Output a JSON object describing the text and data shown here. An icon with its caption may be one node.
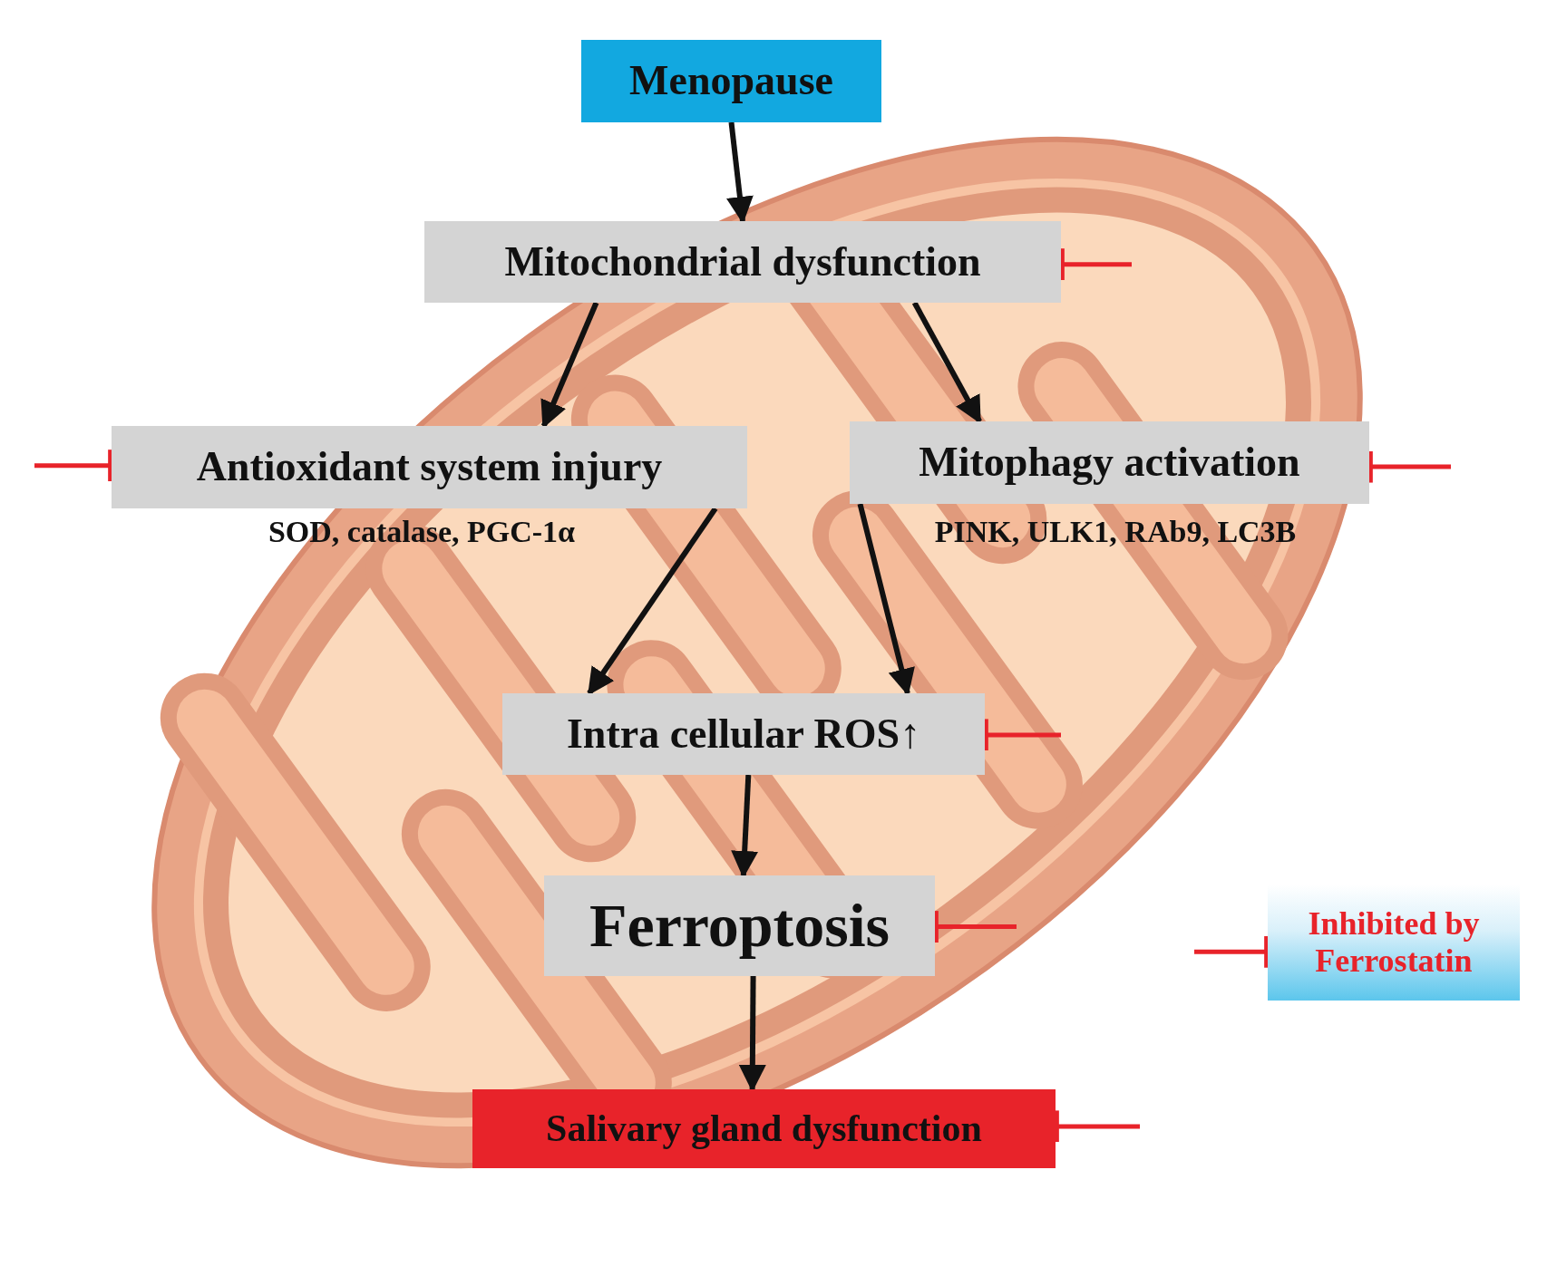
{
  "diagram": {
    "nodes": [
      {
        "text": [
          "Menopause"
        ]
      },
      {
        "text": [
          "Mitochondrial dysfunction"
        ]
      },
      {
        "text": [
          "Antioxidant system injury"
        ],
        "beside": [
          "SOD, catalase, PGC-1α"
        ]
      },
      {
        "text": [
          "Mitophagy activation"
        ],
        "beside": [
          "PINK, ULK1, RAb9, LC3B"
        ]
      },
      {
        "text": [
          "Intra cellular ROS↑"
        ]
      },
      {
        "text": [
          "Ferroptosis"
        ]
      },
      {
        "text": [
          "Salivary gland dysfunction"
        ]
      },
      {
        "text": [
          "Inhibited by Ferrostatin"
        ]
      }
    ],
    "edges": [
      {
        "from": 0,
        "to": 1,
        "arrow": "to"
      },
      {
        "from": 1,
        "to": 2,
        "arrow": "to"
      },
      {
        "from": 1,
        "to": 3,
        "arrow": "to"
      },
      {
        "from": 2,
        "to": 4,
        "arrow": "to"
      },
      {
        "from": 3,
        "to": 4,
        "arrow": "to"
      },
      {
        "from": 4,
        "to": 5,
        "arrow": "to"
      },
      {
        "from": 5,
        "to": 6,
        "arrow": "to"
      },
      {
        "from": null,
        "to": 1,
        "arrow": "other",
        "color": "#e8232a"
      },
      {
        "from": null,
        "to": 2,
        "arrow": "other",
        "color": "#e8232a"
      },
      {
        "from": null,
        "to": 3,
        "arrow": "other",
        "color": "#e8232a"
      },
      {
        "from": null,
        "to": 4,
        "arrow": "other",
        "color": "#e8232a"
      },
      {
        "from": null,
        "to": 5,
        "arrow": "other",
        "color": "#e8232a"
      },
      {
        "from": null,
        "to": 6,
        "arrow": "other",
        "color": "#e8232a"
      },
      {
        "from": 7,
        "to": null,
        "arrow": "other",
        "color": "#e8232a"
      }
    ]
  }
}
